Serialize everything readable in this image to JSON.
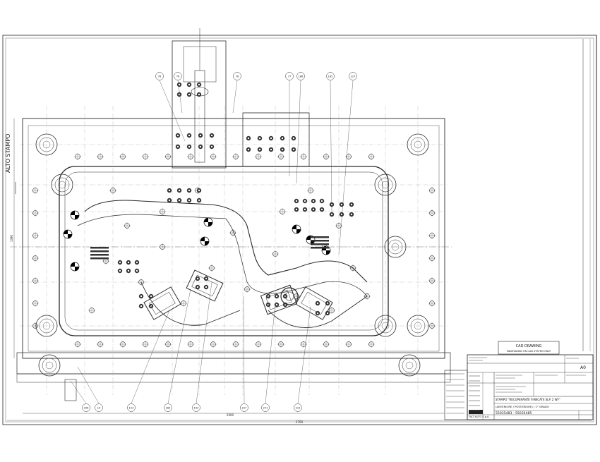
{
  "drawing": {
    "side_label": "ALTO STAMPO",
    "stamp": {
      "line1": "CAD DRAWING",
      "line2": "MAINTAINED ON CAD SYSTEM ONLY"
    },
    "balloons_top": [
      "76",
      "76",
      "76",
      "77",
      "186",
      "185",
      "227"
    ],
    "balloons_bottom": [
      "206",
      "10",
      "123",
      "164",
      "103",
      "227",
      "271",
      "213"
    ],
    "dim_bottom_inner": "2000",
    "dim_bottom_outer": "2760",
    "dim_left": "1390",
    "title_block": {
      "sheet_size": "A0",
      "title": "STAMPO \"RECUPERANTE FIANCATE SLP. 2 WF\"",
      "subtitle": "(ANTERIORE / POSTERIORE) / 1° GRADO",
      "part_numbers": "55035483 - 55035485",
      "company": "FIAT AUTO S.p.A."
    }
  },
  "colors": {
    "line": "#1a1a1a",
    "background": "#ffffff"
  }
}
